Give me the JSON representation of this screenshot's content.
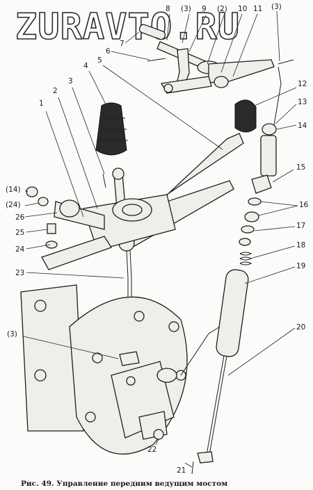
{
  "watermark": "ZURAVTO.RU",
  "caption": "Рис. 49. Управление передним ведущим мостом",
  "callouts": {
    "c1": "1",
    "c2": "2",
    "c3": "3",
    "c4": "4",
    "c5": "5",
    "c6": "6",
    "c7": "7",
    "c8": "8",
    "c3a": "(3)",
    "c9": "9",
    "c2a": "(2)",
    "c10": "10",
    "c11": "11",
    "c3b": "(3)",
    "c12": "12",
    "c13": "13",
    "c14": "14",
    "c15": "15",
    "c16": "16",
    "c17": "17",
    "c18": "18",
    "c19": "19",
    "c20": "20",
    "c21": "21",
    "c22": "22",
    "c23": "23",
    "c24": "24",
    "c25": "25",
    "c26": "26",
    "c24a": "(24)",
    "c14a": "(14)",
    "c3c": "(3)"
  }
}
